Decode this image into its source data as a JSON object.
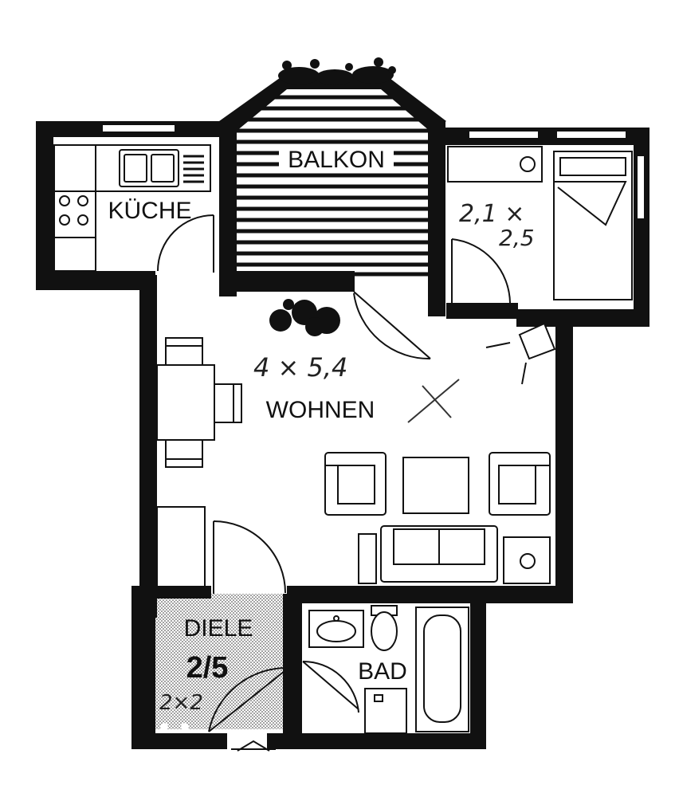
{
  "rooms": {
    "kitchen": "KÜCHE",
    "balcony": "BALKON",
    "living": "WOHNEN",
    "hall": "DIELE",
    "hall_unit": "2/5",
    "bath": "BAD"
  },
  "annotations": {
    "bedroom_size_a": "2,1 ×",
    "bedroom_size_b": "2,5",
    "living_size": "4 × 5,4",
    "hall_size": "2×2"
  },
  "colors": {
    "wall": "#111111",
    "background": "#ffffff"
  }
}
